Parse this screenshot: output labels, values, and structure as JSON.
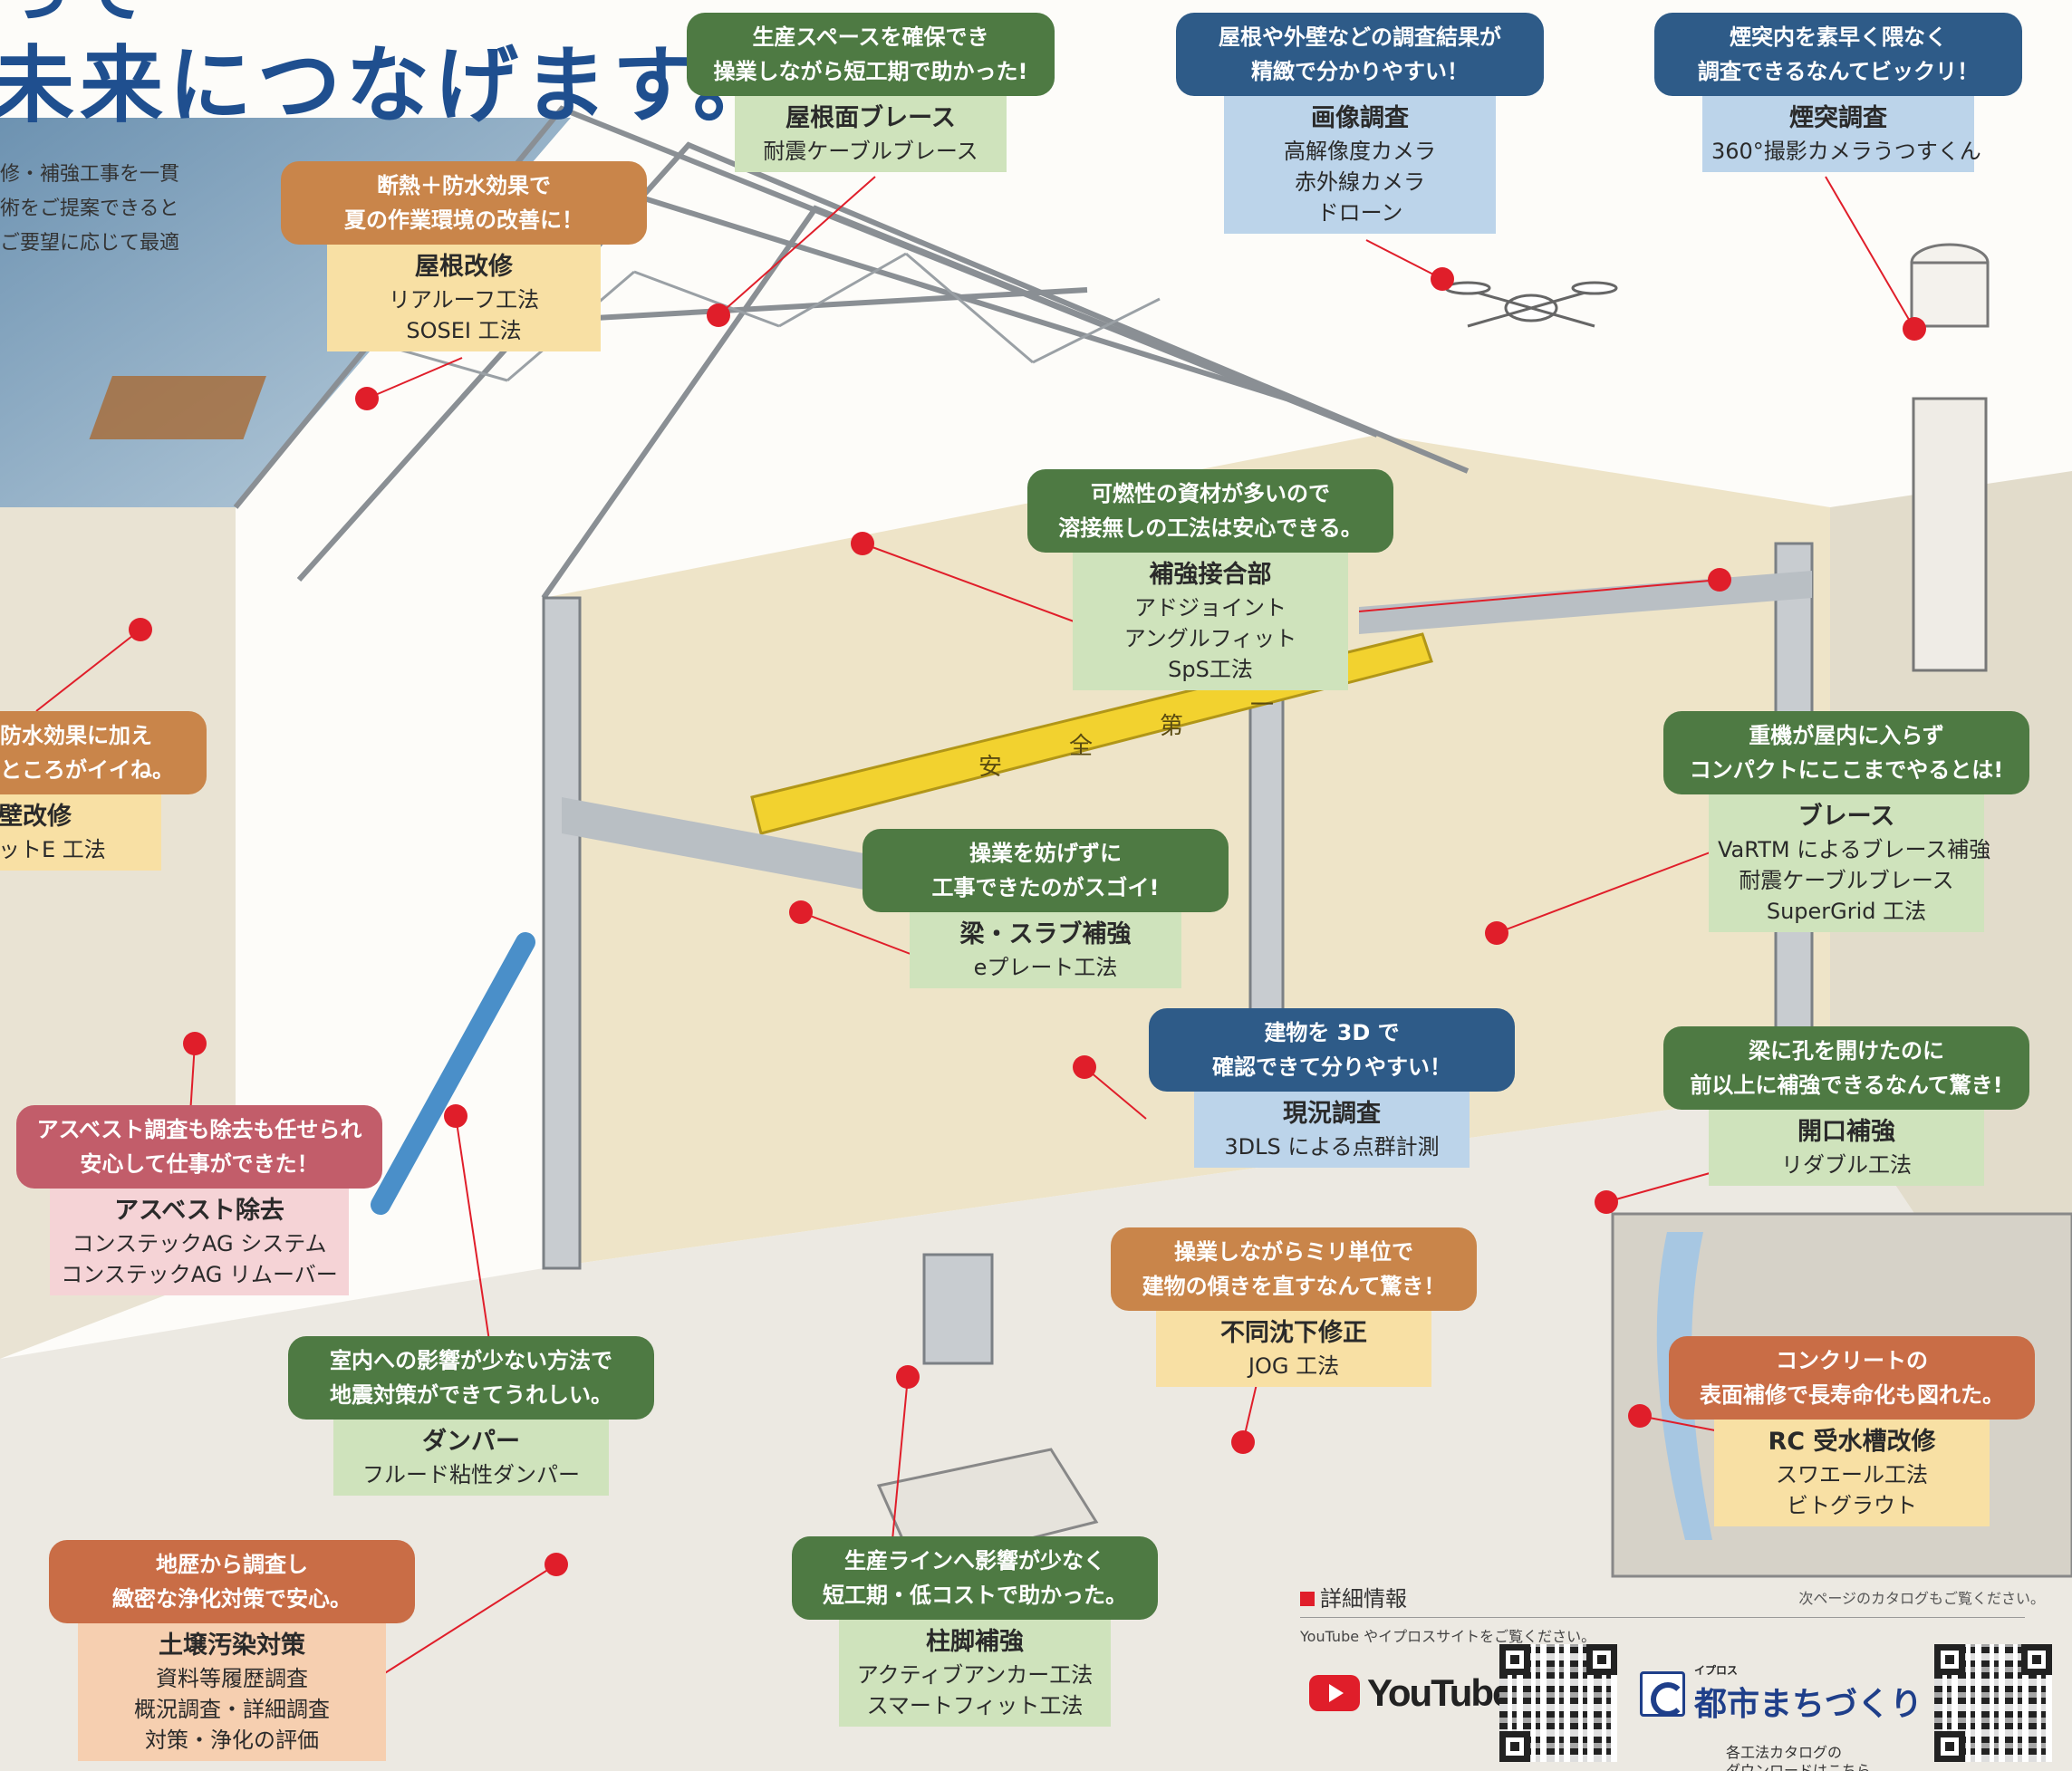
{
  "title": {
    "line1": "って",
    "line2": "未来につなげます。"
  },
  "intro": [
    "修・補強工事を一貫",
    "術をご提案できると",
    "ご要望に応じて最適"
  ],
  "colors": {
    "green": "#4e7a43",
    "blue": "#2e5b88",
    "orange": "#c9854a",
    "pink": "#c25d6a",
    "terracotta": "#c96d46",
    "marker": "#e01e2a"
  },
  "callouts": [
    {
      "id": "roof-brace",
      "bubble": [
        "生産スペースを確保でき",
        "操業しながら短工期で助かった!"
      ],
      "title": "屋根面ブレース",
      "lines": [
        "耐震ケーブルブレース"
      ]
    },
    {
      "id": "image-survey",
      "bubble": [
        "屋根や外壁などの調査結果が",
        "精緻で分かりやすい！"
      ],
      "title": "画像調査",
      "lines": [
        "高解像度カメラ",
        "赤外線カメラ",
        "ドローン"
      ]
    },
    {
      "id": "chimney",
      "bubble": [
        "煙突内を素早く隈なく",
        "調査できるなんてビックリ！"
      ],
      "title": "煙突調査",
      "lines": [
        "360°撮影カメラうつすくん"
      ]
    },
    {
      "id": "roof-renovation",
      "bubble": [
        "断熱＋防水効果で",
        "夏の作業環境の改善に！"
      ],
      "title": "屋根改修",
      "lines": [
        "リアルーフ工法",
        "SOSEI 工法"
      ]
    },
    {
      "id": "joint",
      "bubble": [
        "可燃性の資材が多いので",
        "溶接無しの工法は安心できる。"
      ],
      "title": "補強接合部",
      "lines": [
        "アドジョイント",
        "アングルフィット",
        "SpS工法"
      ]
    },
    {
      "id": "wall",
      "bubble": [
        "防水効果に加え",
        "ところがイイね。"
      ],
      "title": "壁改修",
      "lines": [
        "ットE 工法"
      ]
    },
    {
      "id": "brace",
      "bubble": [
        "重機が屋内に入らず",
        "コンパクトにここまでやるとは!"
      ],
      "title": "ブレース",
      "lines": [
        "VaRTM によるブレース補強",
        "耐震ケーブルブレース",
        "SuperGrid 工法"
      ]
    },
    {
      "id": "beam-slab",
      "bubble": [
        "操業を妨げずに",
        "工事できたのがスゴイ!"
      ],
      "title": "梁・スラブ補強",
      "lines": [
        "eプレート工法"
      ]
    },
    {
      "id": "current-survey",
      "bubble": [
        "建物を 3D で",
        "確認できて分りやすい！"
      ],
      "title": "現況調査",
      "lines": [
        "3DLS による点群計測"
      ]
    },
    {
      "id": "opening",
      "bubble": [
        "梁に孔を開けたのに",
        "前以上に補強できるなんて驚き!"
      ],
      "title": "開口補強",
      "lines": [
        "リダブル工法"
      ]
    },
    {
      "id": "asbestos",
      "bubble": [
        "アスベスト調査も除去も任せられ",
        "安心して仕事ができた！"
      ],
      "title": "アスベスト除去",
      "lines": [
        "コンステックAG システム",
        "コンステックAG リムーバー"
      ]
    },
    {
      "id": "settlement",
      "bubble": [
        "操業しながらミリ単位で",
        "建物の傾きを直すなんて驚き！"
      ],
      "title": "不同沈下修正",
      "lines": [
        "JOG 工法"
      ]
    },
    {
      "id": "damper",
      "bubble": [
        "室内への影響が少ない方法で",
        "地震対策ができてうれしい。"
      ],
      "title": "ダンパー",
      "lines": [
        "フルード粘性ダンパー"
      ]
    },
    {
      "id": "rc-tank",
      "bubble": [
        "コンクリートの",
        "表面補修で長寿命化も図れた。"
      ],
      "title": "RC 受水槽改修",
      "lines": [
        "スワエール工法",
        "ビトグラウト"
      ]
    },
    {
      "id": "soil",
      "bubble": [
        "地歴から調査し",
        "緻密な浄化対策で安心。"
      ],
      "title": "土壌汚染対策",
      "lines": [
        "資料等履歴調査",
        "概況調査・詳細調査",
        "対策・浄化の評価"
      ]
    },
    {
      "id": "column-base",
      "bubble": [
        "生産ラインへ影響が少なく",
        "短工期・低コストで助かった。"
      ],
      "title": "柱脚補強",
      "lines": [
        "アクティブアンカー工法",
        "スマートフィット工法"
      ]
    }
  ],
  "illustration": {
    "crane_chars": [
      "安",
      "全",
      "第",
      "一"
    ]
  },
  "footer": {
    "heading": "詳細情報",
    "next": "次ページのカタログもご覧ください。",
    "sub": "YouTube やイプロスサイトをご覧ください。",
    "youtube": "YouTube",
    "ipros_small": "イプロス",
    "ipros_big": "都市まちづくり",
    "download": [
      "各工法カタログの",
      "ダウンロードはこちら"
    ]
  }
}
